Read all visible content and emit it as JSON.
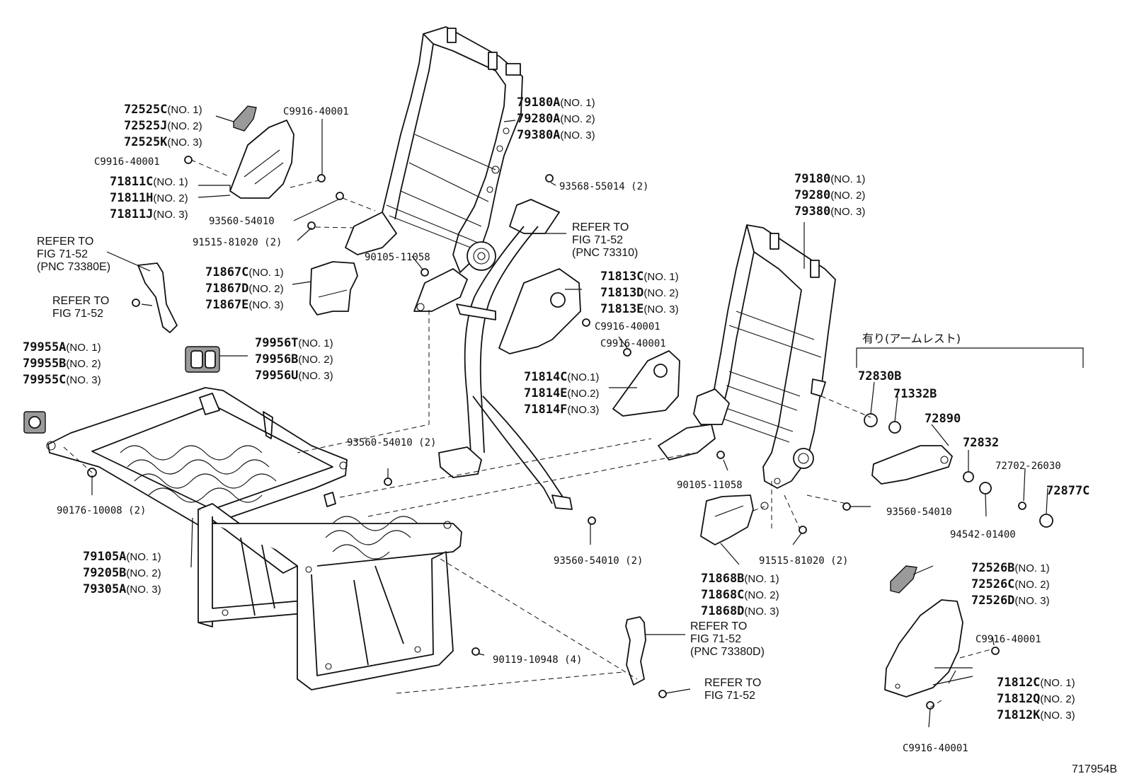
{
  "figure_code": "717954B",
  "armrest_group_label": "有り(アームレスト)",
  "labels": {
    "l72525": {
      "lines": [
        [
          "72525C",
          "(NO. 1)"
        ],
        [
          "72525J",
          "(NO. 2)"
        ],
        [
          "72525K",
          "(NO. 3)"
        ]
      ]
    },
    "l71811": {
      "lines": [
        [
          "71811C",
          "(NO. 1)"
        ],
        [
          "71811H",
          "(NO. 2)"
        ],
        [
          "71811J",
          "(NO. 3)"
        ]
      ]
    },
    "l79180A": {
      "lines": [
        [
          "79180A",
          "(NO. 1)"
        ],
        [
          "79280A",
          "(NO. 2)"
        ],
        [
          "79380A",
          "(NO. 3)"
        ]
      ]
    },
    "l79180": {
      "lines": [
        [
          "79180",
          "(NO. 1)"
        ],
        [
          "79280",
          "(NO. 2)"
        ],
        [
          "79380",
          "(NO. 3)"
        ]
      ]
    },
    "l71867": {
      "lines": [
        [
          "71867C",
          "(NO. 1)"
        ],
        [
          "71867D",
          "(NO. 2)"
        ],
        [
          "71867E",
          "(NO. 3)"
        ]
      ]
    },
    "l71813": {
      "lines": [
        [
          "71813C",
          "(NO. 1)"
        ],
        [
          "71813D",
          "(NO. 2)"
        ],
        [
          "71813E",
          "(NO. 3)"
        ]
      ]
    },
    "l71814": {
      "lines": [
        [
          "71814C",
          "(NO.1)"
        ],
        [
          "71814E",
          "(NO.2)"
        ],
        [
          "71814F",
          "(NO.3)"
        ]
      ]
    },
    "l79955": {
      "lines": [
        [
          "79955A",
          "(NO. 1)"
        ],
        [
          "79955B",
          "(NO. 2)"
        ],
        [
          "79955C",
          "(NO. 3)"
        ]
      ]
    },
    "l79956": {
      "lines": [
        [
          "79956T",
          "(NO. 1)"
        ],
        [
          "79956B",
          "(NO. 2)"
        ],
        [
          "79956U",
          "(NO. 3)"
        ]
      ]
    },
    "l79105": {
      "lines": [
        [
          "79105A",
          "(NO. 1)"
        ],
        [
          "79205B",
          "(NO. 2)"
        ],
        [
          "79305A",
          "(NO. 3)"
        ]
      ]
    },
    "l71868": {
      "lines": [
        [
          "71868B",
          "(NO. 1)"
        ],
        [
          "71868C",
          "(NO. 2)"
        ],
        [
          "71868D",
          "(NO. 3)"
        ]
      ]
    },
    "l72526": {
      "lines": [
        [
          "72526B",
          "(NO. 1)"
        ],
        [
          "72526C",
          "(NO. 2)"
        ],
        [
          "72526D",
          "(NO. 3)"
        ]
      ]
    },
    "l71812": {
      "lines": [
        [
          "71812C",
          "(NO. 1)"
        ],
        [
          "71812Q",
          "(NO. 2)"
        ],
        [
          "71812K",
          "(NO. 3)"
        ]
      ]
    }
  },
  "fasteners": {
    "c9916_a": "C9916-40001",
    "c9916_b": "C9916-40001",
    "c9916_c": "C9916-40001",
    "c9916_d": "C9916-40001",
    "c9916_e": "C9916-40001",
    "c9916_f": "C9916-40001",
    "n93560_a": "93560-54010",
    "n91515_a": "91515-81020 (2)",
    "n90105_a": "90105-11058",
    "n93568": "93568-55014 (2)",
    "n93560_b": "93560-54010 (2)",
    "n90176": "90176-10008 (2)",
    "n93560_c": "93560-54010 (2)",
    "n90119": "90119-10948 (4)",
    "n90105_b": "90105-11058",
    "n93560_d": "93560-54010",
    "n91515_b": "91515-81020 (2)",
    "n72702": "72702-26030",
    "n94542": "94542-01400"
  },
  "armrest_parts": {
    "p72830B": "72830B",
    "p71332B": "71332B",
    "p72890": "72890",
    "p72832": "72832",
    "p72877C": "72877C"
  },
  "references": {
    "ref_a": [
      "REFER TO",
      "FIG 71-52",
      "(PNC 73380E)"
    ],
    "ref_b": [
      "REFER TO",
      "FIG 71-52"
    ],
    "ref_c": [
      "REFER TO",
      "FIG 71-52",
      "(PNC 73310)"
    ],
    "ref_d": [
      "REFER TO",
      "FIG 71-52",
      "(PNC 73380D)"
    ],
    "ref_e": [
      "REFER TO",
      "FIG 71-52"
    ]
  }
}
